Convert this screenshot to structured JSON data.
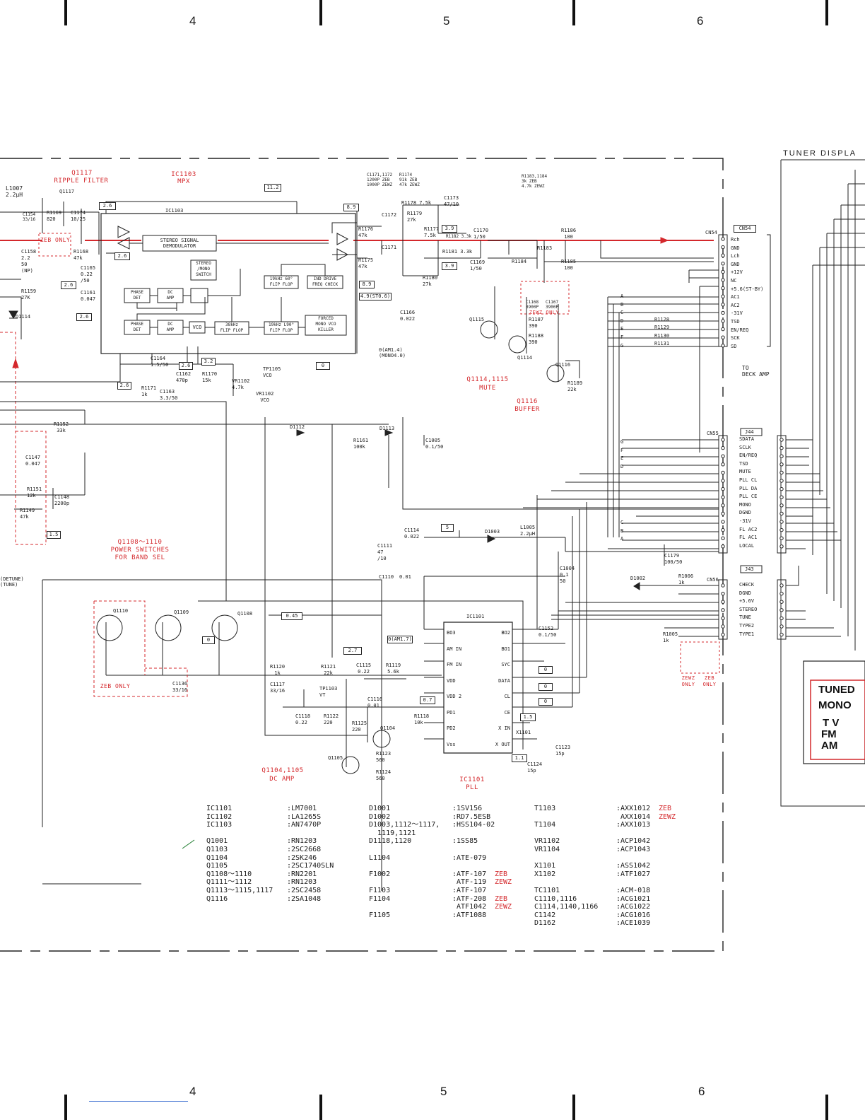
{
  "columns": [
    "4",
    "5",
    "6"
  ],
  "header": {
    "tuner_display": "TUNER DISPLA"
  },
  "blocks": {
    "q1117": "Q1117",
    "ripple_filter": "RIPPLE FILTER",
    "ic1103": "IC1103",
    "mpx": "MPX",
    "q1114_1115": "Q1114,1115",
    "mute": "MUTE",
    "q1116": "Q1116",
    "buffer": "BUFFER",
    "q1108_1110": "Q1108～1110",
    "power_switches": "POWER SWITCHES",
    "for_band_sel": "FOR BAND SEL",
    "zeb_only": "ZEB ONLY",
    "q1104_1105": "Q1104,1105",
    "dc_amp": "DC AMP",
    "ic1101": "IC1101",
    "pll": "PLL",
    "zewz_only": "ZEWZ ONLY",
    "zewz_only_2": "ZEWZ",
    "only": "ONLY",
    "zeb_2": "ZEB",
    "to_deck_amp": "TO\nDECK AMP"
  },
  "ic_blocks": {
    "stereo_signal_demodulator": "STEREO SIGNAL\nDEMODULATOR",
    "stereo_mono_switch": "STEREO\n/MONO\nSWITCH",
    "phase_det_1": "PHASE\nDET",
    "dc_amp_1": "DC\nAMP",
    "phase_det_2": "PHASE\nDET",
    "dc_amp_2": "DC\nAMP",
    "vco": "VCO",
    "ff_19k_60": "19kHz 60°\nFLIP FLOP",
    "ff_38k": "38kHz\nFLIP FLOP",
    "ff_19k_90": "19kHz L90°\nFLIP FLOP",
    "ind_drive": "IND DRIVE\nFREQ CHECK",
    "forced_mono": "FORCED\nMONO VCO\nKILLER"
  },
  "ic1101_pins_left": [
    "BO3",
    "AM IN",
    "FM IN",
    "VDD",
    "VDD 2",
    "PD1",
    "PD2",
    "Vss"
  ],
  "ic1101_pins_right": [
    "BO2",
    "BO1",
    "SYC",
    "DATA",
    "CL",
    "CE",
    "X IN",
    "X OUT"
  ],
  "voltage_boxes": [
    "11.2",
    "2.6",
    "2.6",
    "2.6",
    "2.6",
    "8.9",
    "8.9",
    "3.9",
    "3.9",
    "4.9(ST0.6)",
    "0",
    "3.2",
    "2.6",
    "2.6",
    "1.5",
    "0.45",
    "0",
    "2.7",
    "0(AM1.7)",
    "5",
    "0",
    "0",
    "0",
    "0.7",
    "1.5",
    "1.1"
  ],
  "component_labels": {
    "l1007": "L1007\n2.2μH",
    "c1154": "C1154\n33/16",
    "r1169": "R1169\n820",
    "c1174": "C1174\n10/25",
    "c1158": "C1158\n2.2\n50\n(NP)",
    "r1168": "R1168\n47k",
    "c1165": "C1165\n0.22\n/50",
    "r1159": "R1159\n27K",
    "c1161": "C1161\n0.047",
    "d1114": "D1114",
    "c1164": "C1164\n1.5/50",
    "c1162": "C1162\n470p",
    "r1170": "R1170\n15k",
    "vr1102": "VR1102\n4.7k",
    "tp1105": "TP1105\nVCO",
    "vr1102_vco": "VR1102\nVCO",
    "r1171": "R1171\n1k",
    "c1163": "C1163\n3.3/50",
    "c1171_1172": "C1171,1172\n1200P ZEB\n1000P ZEWZ",
    "r1174": "R1174\n91k ZEB\n47k ZEWZ",
    "c1172": "C1172",
    "c1171": "C1171",
    "r1178": "R1178  7.5k",
    "r1179": "R1179\n27k",
    "r1177": "R1177\n7.5k",
    "r1176": "R1176\n47k",
    "r1175": "R1175\n47k",
    "r1180": "R1180\n27k",
    "c1173": "C1173\n47/10",
    "r1182": "R1182 3.3k",
    "c1170": "C1170\n1/50",
    "r1181": "R1181  3.3k",
    "c1169": "C1169\n1/50",
    "c1166": "C1166\n0.022",
    "r1183_1184": "R1183,1184\n3k ZEB\n4.7k ZEWZ",
    "r1186": "R1186\n100",
    "r1185": "R1185\n100",
    "r1183": "R1183",
    "r1184": "R1184",
    "c1168": "C1168\n3900P",
    "c1167": "C1167\n3900P",
    "r1187": "R1187\n390",
    "r1188": "R1188\n390",
    "q1115": "Q1115",
    "q1114": "Q1114",
    "q1116_t": "Q1116",
    "r1189": "R1189\n22k",
    "r1128": "R1128",
    "r1129": "R1129",
    "r1130": "R1130",
    "r1131": "R1131",
    "r1152": "R1152\n33k",
    "c1147": "C1147\n0.047",
    "r1151": "R1151\n12k",
    "c1148": "C1148\n2200p",
    "r1149": "R1149\n47k",
    "d1112": "D1112",
    "d1113": "D1113",
    "r1161": "R1161\n100k",
    "c1005": "C1005\n0.1/50",
    "c1114": "C1114\n0.022",
    "c1111": "C1111\n47\n/10",
    "d1003": "D1003",
    "l1005": "L1005\n2.2μH",
    "c1004": "C1004\n0.1\n50",
    "c1179": "C1179\n100/50",
    "d1002": "D1002",
    "r1006": "R1006\n1k",
    "c1110": "C1110",
    "c1110_v": "0.01",
    "q1110": "Q1110",
    "q1109": "Q1109",
    "q1108": "Q1108",
    "r1120": "R1120\n1k",
    "c1117": "C1117\n33/16",
    "r1121": "R1121\n22k",
    "c1115": "C1115\n0.22",
    "r1119": "R1119\n5.6k",
    "tp1103": "TP1103\nVT",
    "c1136": "C1136\n33/16",
    "c1116": "C1116\n0.01",
    "c1118": "C1118\n0.22",
    "r1122": "R1122\n220",
    "r1125": "R1125\n220",
    "q1104": "Q1104",
    "q1105": "Q1105",
    "r1118": "R1118\n10k",
    "r1123": "R1123\n560",
    "r1124": "R1124\n560",
    "x1101": "X1101",
    "c1123": "C1123\n15p",
    "c1124": "C1124\n15p",
    "c1152": "C1152\n0.1/50",
    "r1005": "R1005\n1k",
    "detune": "(DETUNE)\n(TUNE)",
    "d_am": "0(AM1.4)\n(MONO4.0)"
  },
  "cn54": {
    "label": "CN54",
    "pins": [
      "Rch",
      "GND",
      "Lch",
      "GND",
      "+12V",
      "NC",
      "+5.6(ST-BY)",
      "AC1",
      "AC2",
      "-31V",
      "TSD",
      "EN/REQ",
      "SCK",
      "SD"
    ]
  },
  "cn55": {
    "label": "CN55",
    "j": "J44",
    "pins": [
      "SDATA",
      "SCLK",
      "EN/REQ",
      "TSD",
      "MUTE",
      "PLL CL",
      "PLL DA",
      "PLL CE",
      "MONO",
      "DGND",
      "-31V",
      "FL AC2",
      "FL AC1",
      "LOCAL"
    ]
  },
  "cn56": {
    "label": "CN56",
    "j": "J43",
    "pins": [
      "CHECK",
      "DGND",
      "+5.6V",
      "STEREO",
      "TUNE",
      "TYPE2",
      "TYPE1"
    ]
  },
  "connector_refs_a": [
    "A",
    "B",
    "C",
    "D",
    "E",
    "F",
    "G"
  ],
  "connector_refs_b": [
    "G",
    "F",
    "E",
    "D"
  ],
  "connector_refs_c": [
    "C",
    "B",
    "A"
  ],
  "display": {
    "tuned": "TUNED",
    "mono": "MONO",
    "tv": "T V",
    "fm": "FM",
    "am": "AM"
  },
  "parts_list": {
    "col1_refs": "IC1101\nIC1102\nIC1103\n\nQ1001\nQ1103\nQ1104\nQ1105\nQ1108～1110\nQ1111～1112\nQ1113～1115,1117\nQ1116",
    "col1_vals": ":LM7001\n:LA1265S\n:AN7470P\n\n:RN1203\n:2SC2668\n:2SK246\n:2SC1740SLN\n:RN2201\n:RN1203\n:2SC2458\n:2SA1048",
    "col2_refs": "D1001\nD1002\nD1003,1112～1117,\n  1119,1121\nD1118,1120\n\nL1104\n\nF1002\n\nF1103\nF1104\n\nF1105",
    "col2_vals": ":1SV156\n:RD7.5ESB\n:HSS104-02\n\n:1SS85\n\n:ATE-079\n\n:ATF-107\n ATF-119\n:ATF-107\n:ATF-208\n ATF1042\n:ATF1088",
    "col2_tags": "\n\n\n\n\n\n\n\nZEB\nZEWZ\n\nZEB\nZEWZ\n",
    "col3_refs": "T1103\n\nT1104\n\nVR1102\nVR1104\n\nX1101\nX1102\n\nTC1101\nC1110,1116\nC1114,1140,1166\nC1142\nD1162",
    "col3_vals": ":AXX1012\n AXX1014\n:AXX1013\n\n:ACP1042\n:ACP1043\n\n:ASS1042\n:ATF1027\n\n:ACM-018\n:ACG1021\n:ACG1022\n:ACG1016\n:ACE1039",
    "col3_tags": "ZEB\nZEWZ\n\n\n\n\n\n\n\n\n\n\n\n\n"
  }
}
